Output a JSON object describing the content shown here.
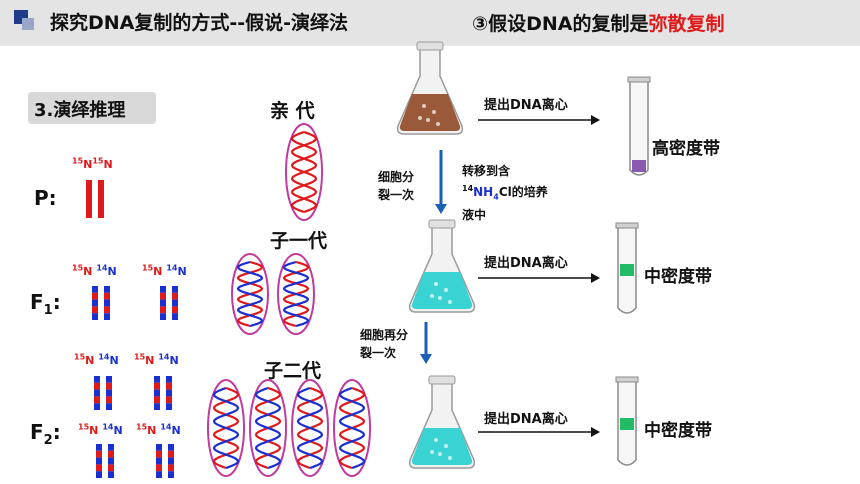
{
  "header": {
    "title": "探究DNA复制的方式--假说-演绎法",
    "hypothesis_prefix": "③假设DNA的复制是",
    "hypothesis_emphasis": "弥散复制",
    "accent_color": "#e01a1a"
  },
  "step_label": "3.演绎推理",
  "generations": {
    "parent": "亲 代",
    "first": "子一代",
    "second": "子二代"
  },
  "rows": {
    "p": {
      "label": "P:"
    },
    "f1": {
      "label": "F",
      "sub": "1",
      "colon": ":"
    },
    "f2": {
      "label": "F",
      "sub": "2",
      "colon": ":"
    }
  },
  "isotopes": {
    "heavy_mass": "15",
    "light_mass": "14",
    "symbol": "N"
  },
  "notes": {
    "divide_once": [
      "细胞分",
      "裂一次"
    ],
    "transfer": [
      "转移到含",
      "NH",
      "Cl的培养",
      "液中"
    ],
    "divide_again": [
      "细胞再分",
      "裂一次"
    ],
    "transfer_mass": "14",
    "transfer_sub": "4"
  },
  "arrows": {
    "extract1": "提出DNA离心",
    "extract2": "提出DNA离心",
    "extract3": "提出DNA离心"
  },
  "bands": {
    "b1": "高密度带",
    "b2": "中密度带",
    "b3": "中密度带"
  },
  "colors": {
    "heavy": "#e01a1a",
    "light": "#1a2fd0",
    "oval": "#c03aa0",
    "brown_medium": "#9a5a3a",
    "cyan_medium": "#3ad3d3",
    "band_heavy": "#8a5ab0",
    "band_mid": "#22bb66"
  }
}
